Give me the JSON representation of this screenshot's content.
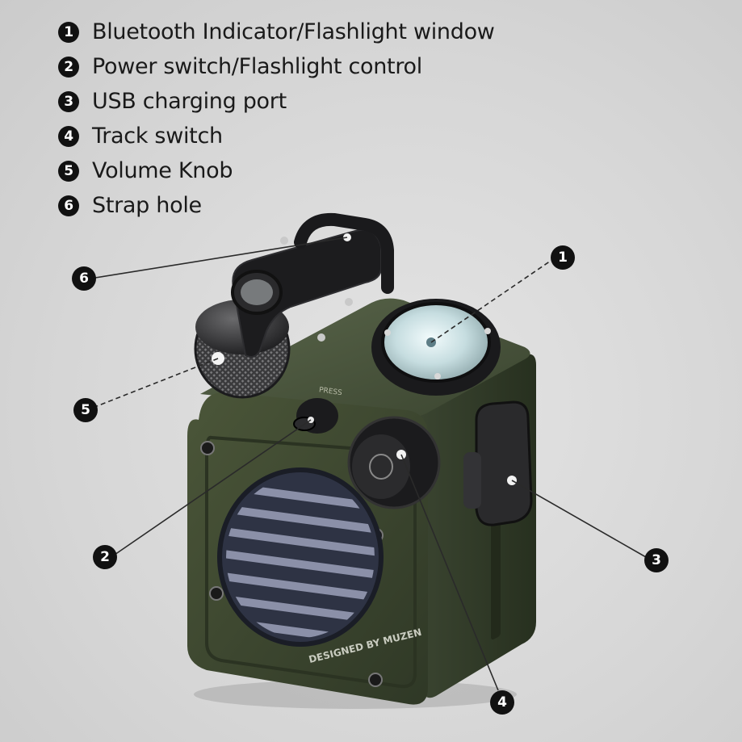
{
  "legend": [
    {
      "num": "1",
      "label": "Bluetooth Indicator/Flashlight window"
    },
    {
      "num": "2",
      "label": "Power switch/Flashlight control"
    },
    {
      "num": "3",
      "label": "USB charging port"
    },
    {
      "num": "4",
      "label": "Track switch"
    },
    {
      "num": "5",
      "label": "Volume Knob"
    },
    {
      "num": "6",
      "label": "Strap hole"
    }
  ],
  "callouts": {
    "c1": "1",
    "c2": "2",
    "c3": "3",
    "c4": "4",
    "c5": "5",
    "c6": "6"
  },
  "product": {
    "engraving": "DESIGNED BY MUZEN",
    "press_label": "PRESS"
  },
  "colors": {
    "body_green": "#3f4a31",
    "body_shadow": "#2a3222",
    "metal_black": "#1c1c1e",
    "lens": "#cfe4e6"
  }
}
